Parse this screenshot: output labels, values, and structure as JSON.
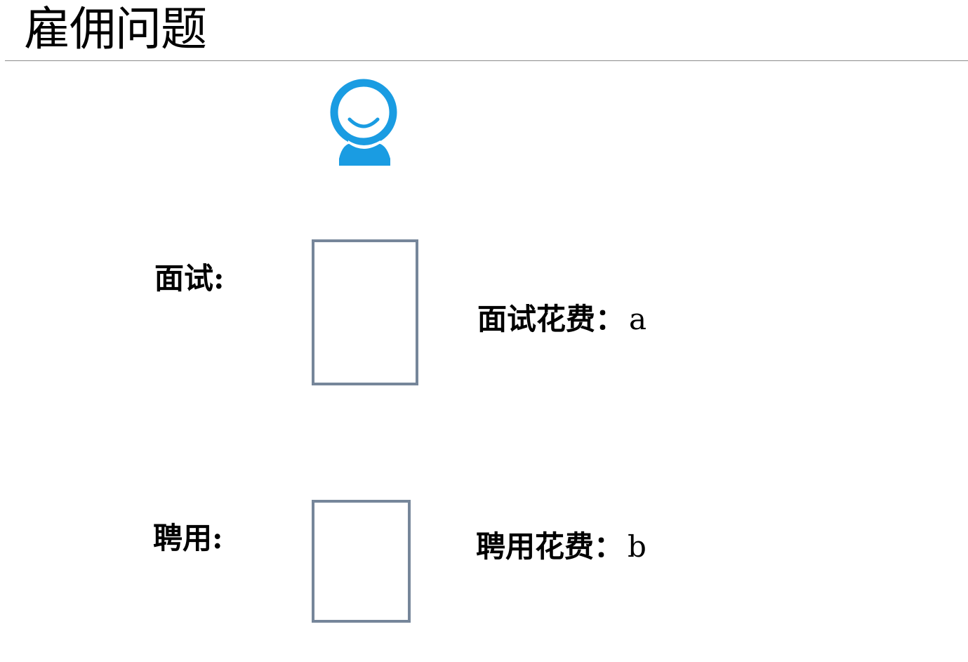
{
  "page": {
    "title": "雇佣问题"
  },
  "icons": {
    "person": "person-avatar-icon",
    "accent_color": "#1a9ce2",
    "box_border_color": "#76869a"
  },
  "interview": {
    "label": "面试:",
    "cost_label": "面试花费：",
    "cost_var": "a"
  },
  "hire": {
    "label": "聘用:",
    "cost_label": "聘用花费：",
    "cost_var": "b"
  }
}
